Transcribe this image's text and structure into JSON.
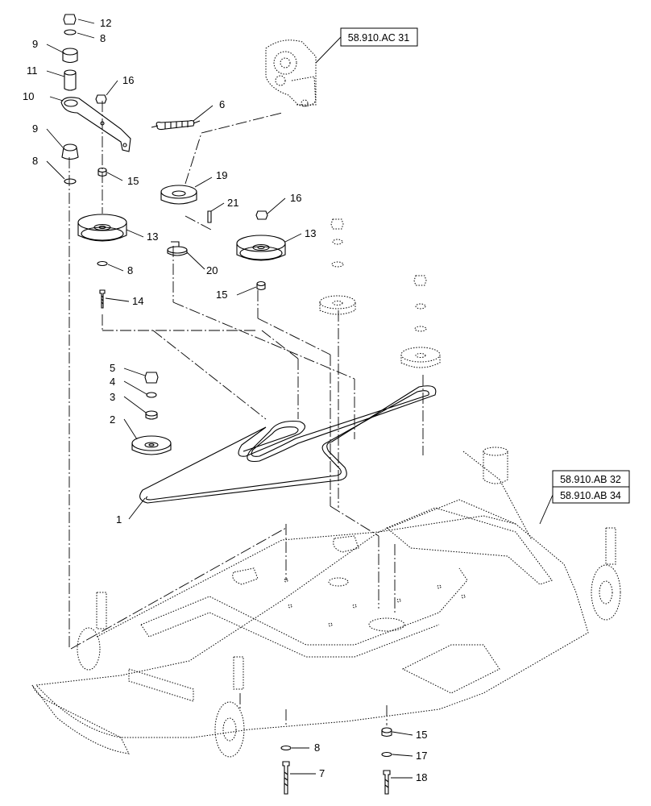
{
  "callouts": [
    {
      "id": "c12",
      "label": "12"
    },
    {
      "id": "c8a",
      "label": "8"
    },
    {
      "id": "c9a",
      "label": "9"
    },
    {
      "id": "c11",
      "label": "11"
    },
    {
      "id": "c16a",
      "label": "16"
    },
    {
      "id": "c10",
      "label": "10"
    },
    {
      "id": "c6",
      "label": "6"
    },
    {
      "id": "c9b",
      "label": "9"
    },
    {
      "id": "c8b",
      "label": "8"
    },
    {
      "id": "c15a",
      "label": "15"
    },
    {
      "id": "c19",
      "label": "19"
    },
    {
      "id": "c21",
      "label": "21"
    },
    {
      "id": "c16b",
      "label": "16"
    },
    {
      "id": "c13a",
      "label": "13"
    },
    {
      "id": "c13b",
      "label": "13"
    },
    {
      "id": "c8c",
      "label": "8"
    },
    {
      "id": "c20",
      "label": "20"
    },
    {
      "id": "c14",
      "label": "14"
    },
    {
      "id": "c15b",
      "label": "15"
    },
    {
      "id": "c5",
      "label": "5"
    },
    {
      "id": "c4",
      "label": "4"
    },
    {
      "id": "c3",
      "label": "3"
    },
    {
      "id": "c2",
      "label": "2"
    },
    {
      "id": "c1",
      "label": "1"
    },
    {
      "id": "c8d",
      "label": "8"
    },
    {
      "id": "c7",
      "label": "7"
    },
    {
      "id": "c15c",
      "label": "15"
    },
    {
      "id": "c17",
      "label": "17"
    },
    {
      "id": "c18",
      "label": "18"
    }
  ],
  "references": [
    {
      "id": "ref-ac31",
      "label": "58.910.AC 31"
    },
    {
      "id": "ref-ab32",
      "label": "58.910.AB 32"
    },
    {
      "id": "ref-ab34",
      "label": "58.910.AB 34"
    }
  ]
}
